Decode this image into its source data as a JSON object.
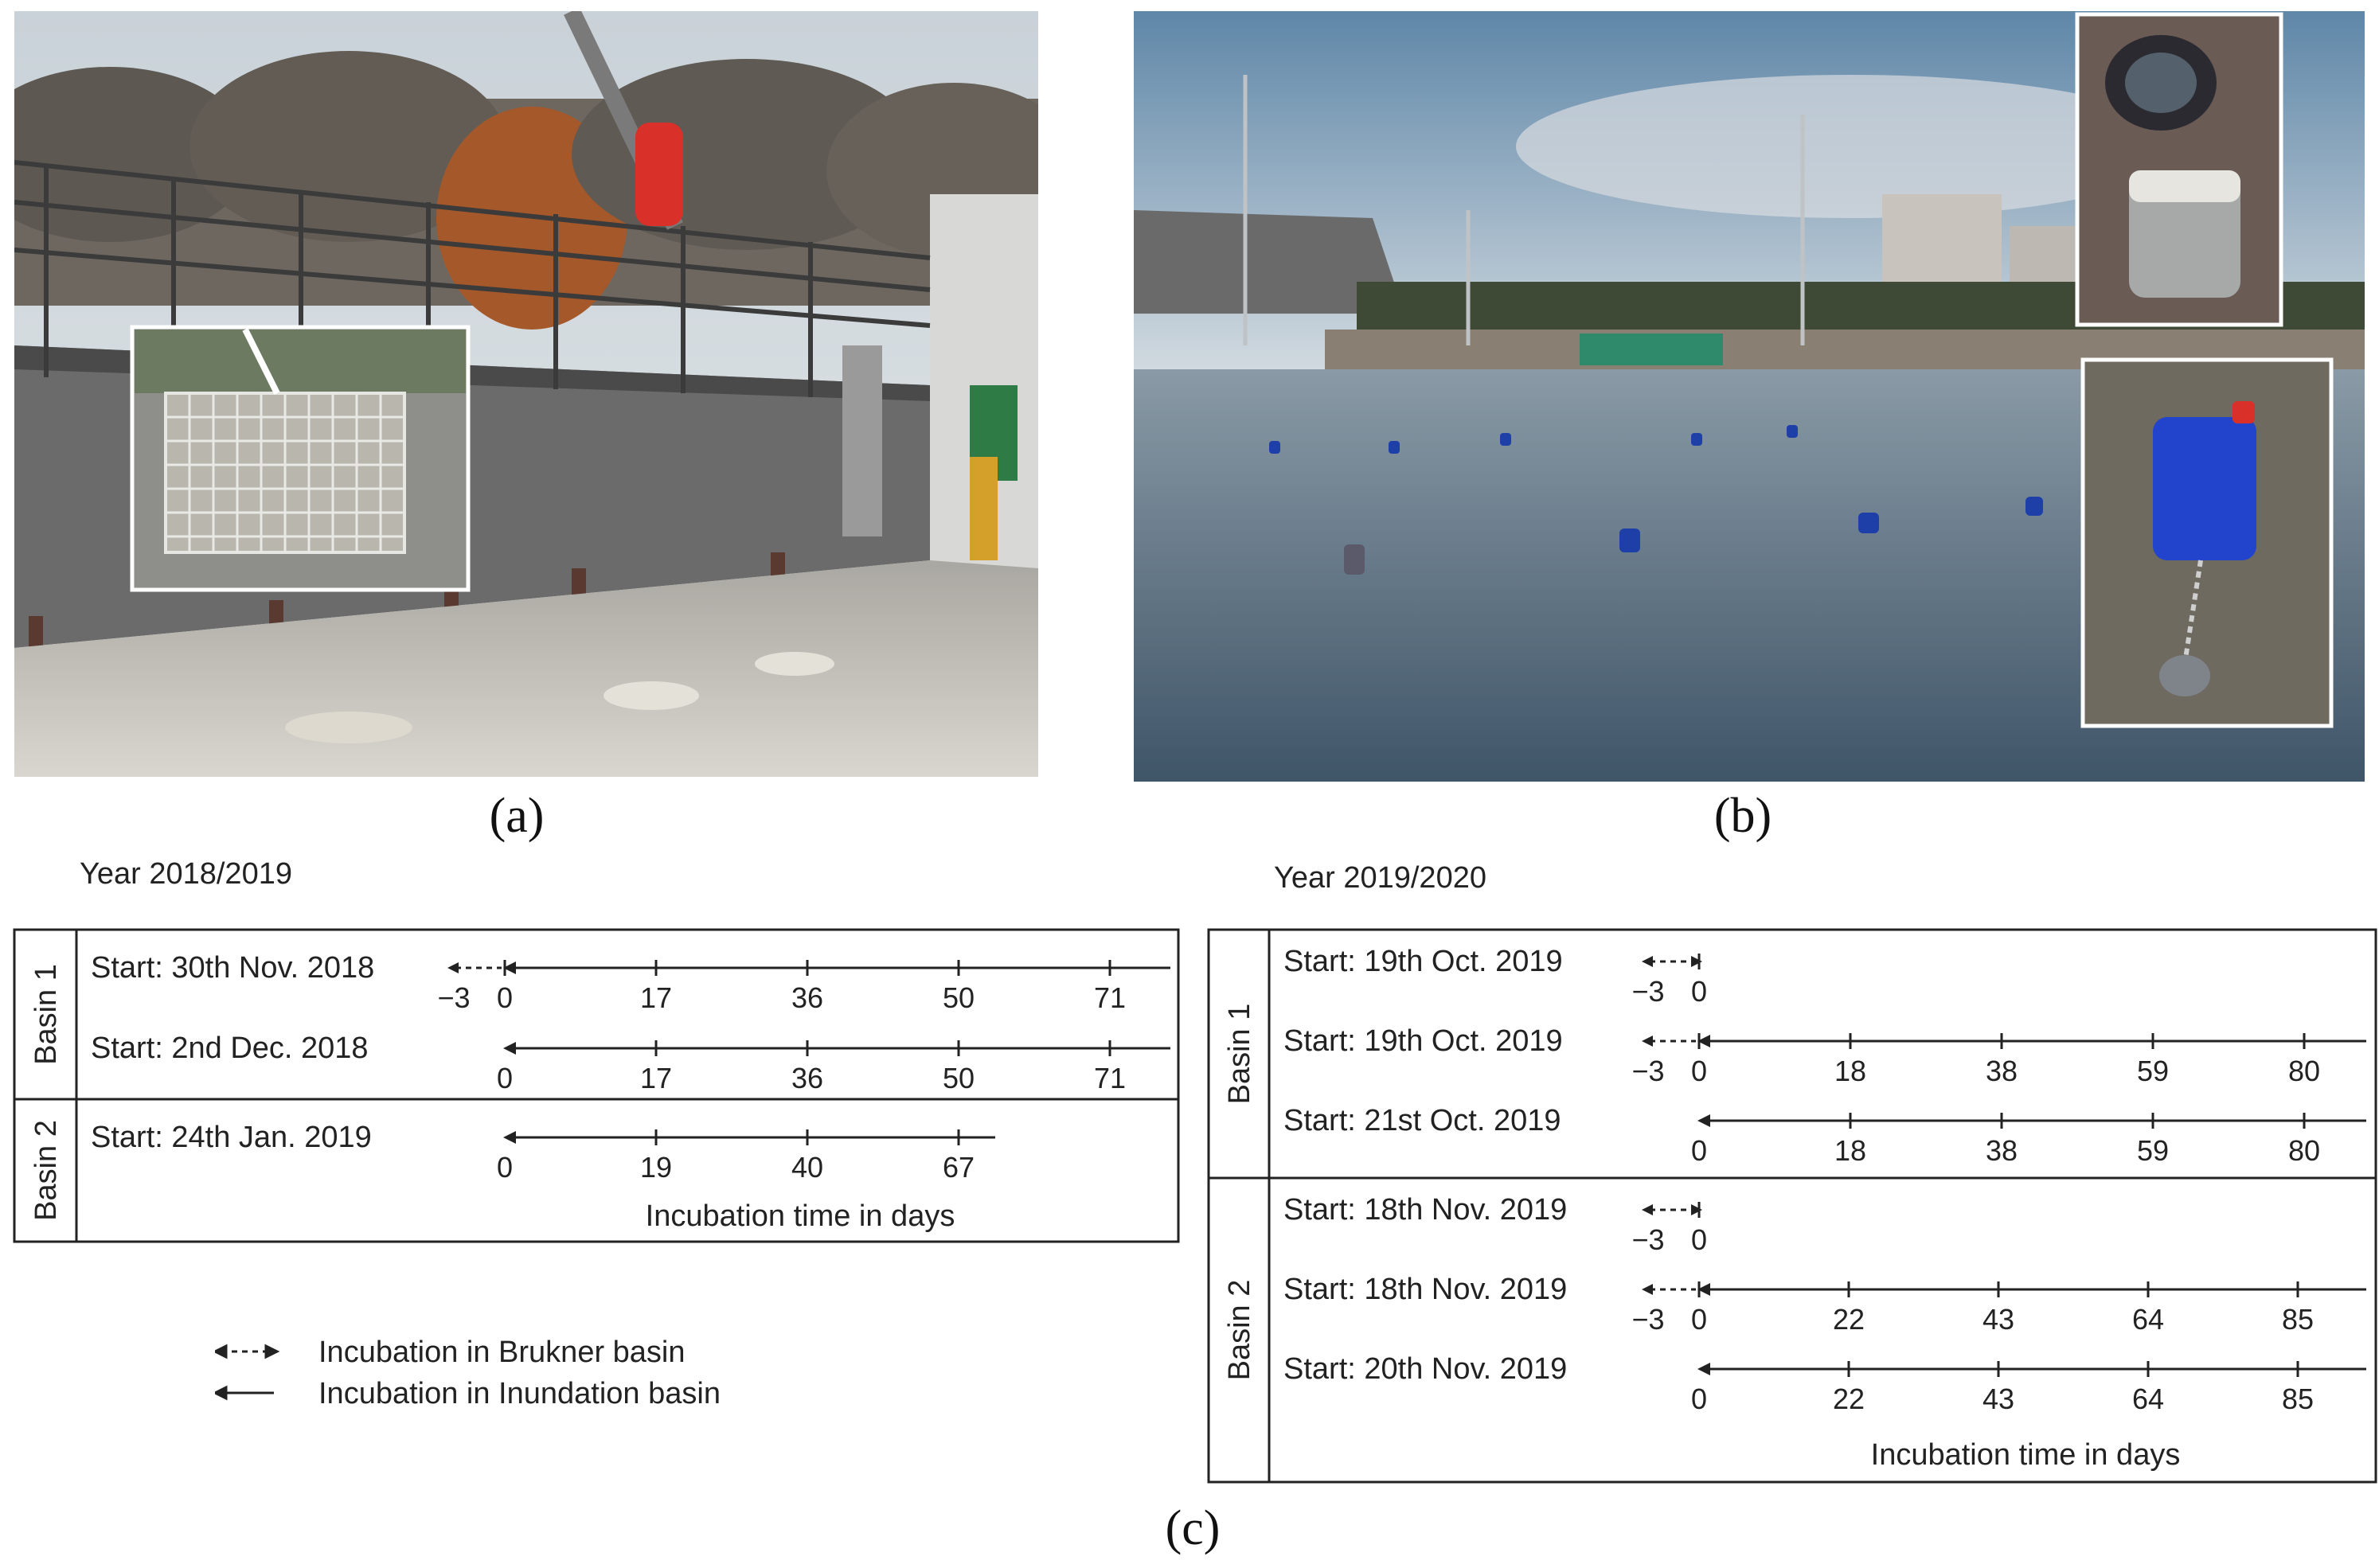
{
  "panels": {
    "a": {
      "label": "(a)"
    },
    "b": {
      "label": "(b)"
    },
    "c": {
      "label": "(c)"
    }
  },
  "timeline_left": {
    "year": "Year 2018/2019",
    "axis_label": "Incubation time in days",
    "basins": [
      {
        "name": "Basin 1",
        "rows": [
          {
            "start": "Start: 30th Nov. 2018",
            "pre": "−3",
            "ticks": [
              "0",
              "17",
              "36",
              "50",
              "71"
            ],
            "dashed": true
          },
          {
            "start": "Start: 2nd Dec. 2018",
            "pre": "",
            "ticks": [
              "0",
              "17",
              "36",
              "50",
              "71"
            ],
            "dashed": false
          }
        ]
      },
      {
        "name": "Basin 2",
        "rows": [
          {
            "start": "Start: 24th Jan. 2019",
            "pre": "",
            "ticks": [
              "0",
              "19",
              "40",
              "67"
            ],
            "dashed": false
          }
        ]
      }
    ]
  },
  "timeline_right": {
    "year": "Year 2019/2020",
    "axis_label": "Incubation time in days",
    "basins": [
      {
        "name": "Basin 1",
        "rows": [
          {
            "start": "Start: 19th Oct. 2019",
            "pre": "−3",
            "ticks": [
              "0"
            ],
            "dashed": true,
            "only_dashed": true
          },
          {
            "start": "Start: 19th Oct. 2019",
            "pre": "−3",
            "ticks": [
              "0",
              "18",
              "38",
              "59",
              "80"
            ],
            "dashed": true
          },
          {
            "start": "Start: 21st Oct. 2019",
            "pre": "",
            "ticks": [
              "0",
              "18",
              "38",
              "59",
              "80"
            ],
            "dashed": false
          }
        ]
      },
      {
        "name": "Basin 2",
        "rows": [
          {
            "start": "Start: 18th Nov. 2019",
            "pre": "−3",
            "ticks": [
              "0"
            ],
            "dashed": true,
            "only_dashed": true
          },
          {
            "start": "Start: 18th Nov. 2019",
            "pre": "−3",
            "ticks": [
              "0",
              "22",
              "43",
              "64",
              "85"
            ],
            "dashed": true
          },
          {
            "start": "Start: 20th Nov. 2019",
            "pre": "",
            "ticks": [
              "0",
              "22",
              "43",
              "64",
              "85"
            ],
            "dashed": false
          }
        ]
      }
    ]
  },
  "legend": {
    "dashed": "Incubation in Brukner basin",
    "solid": "Incubation in Inundation basin"
  },
  "colors": {
    "line": "#222222",
    "sky": "#9fb6cc",
    "water": "#6f8597",
    "barrel": "#1f3fa8",
    "canister": "#2244cc"
  }
}
